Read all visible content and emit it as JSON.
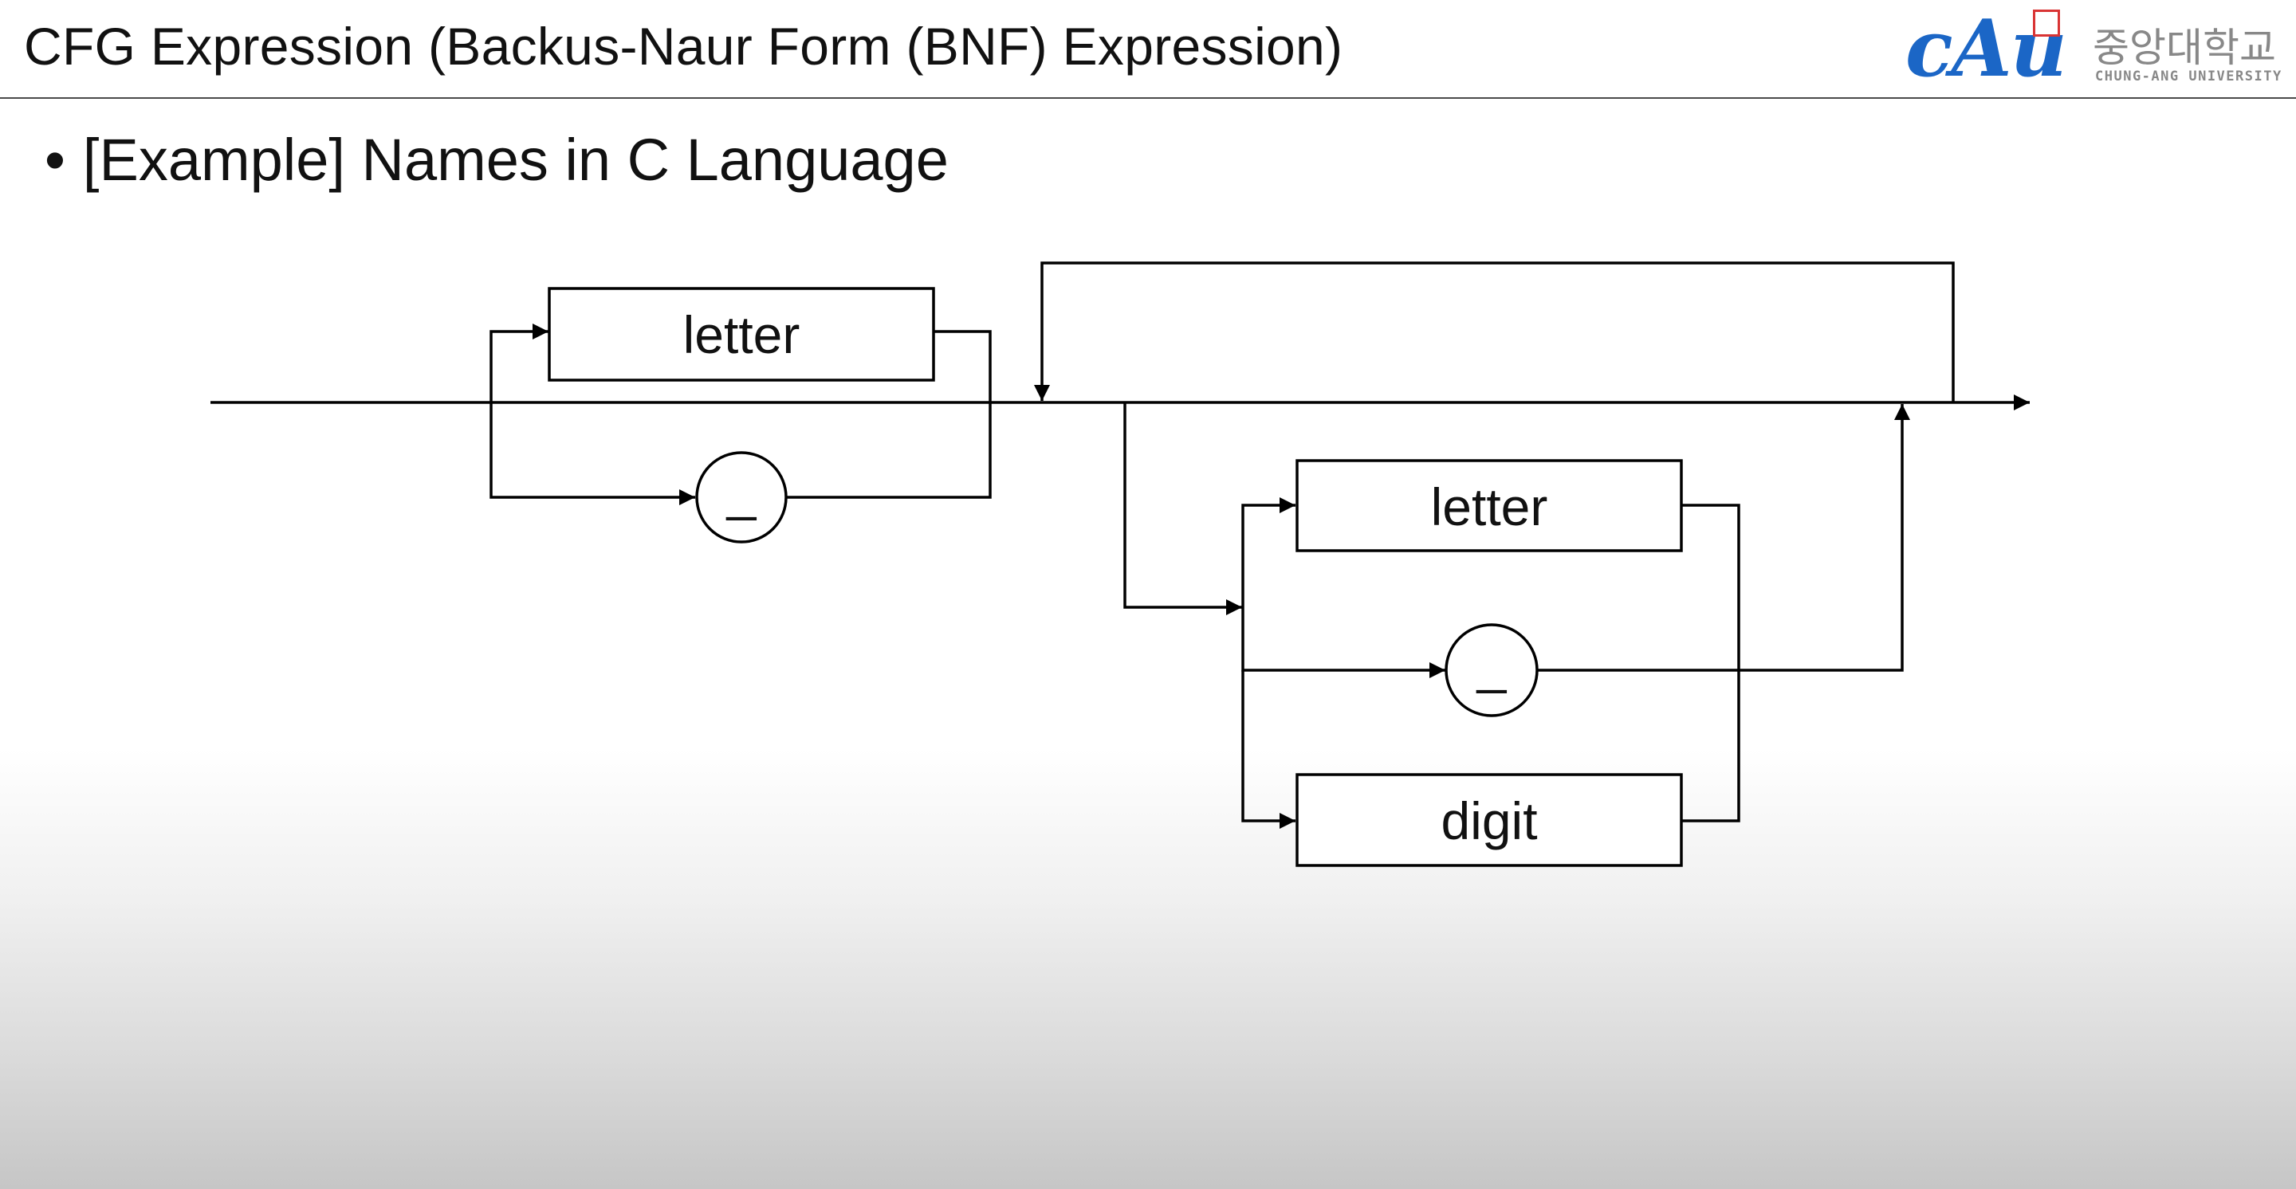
{
  "slide": {
    "title": "CFG Expression (Backus-Naur Form (BNF) Expression)",
    "bullet_marker": "•",
    "bullet": "[Example] Names in C Language"
  },
  "logo": {
    "mark": "CAU",
    "korean": "중앙대학교",
    "english": "CHUNG-ANG UNIVERSITY",
    "brand_color": "#1b66c6",
    "accent_color": "#d93434"
  },
  "diagram": {
    "first": {
      "letter": "letter",
      "underscore": "_"
    },
    "loop": {
      "letter": "letter",
      "underscore": "_",
      "digit": "digit"
    }
  }
}
